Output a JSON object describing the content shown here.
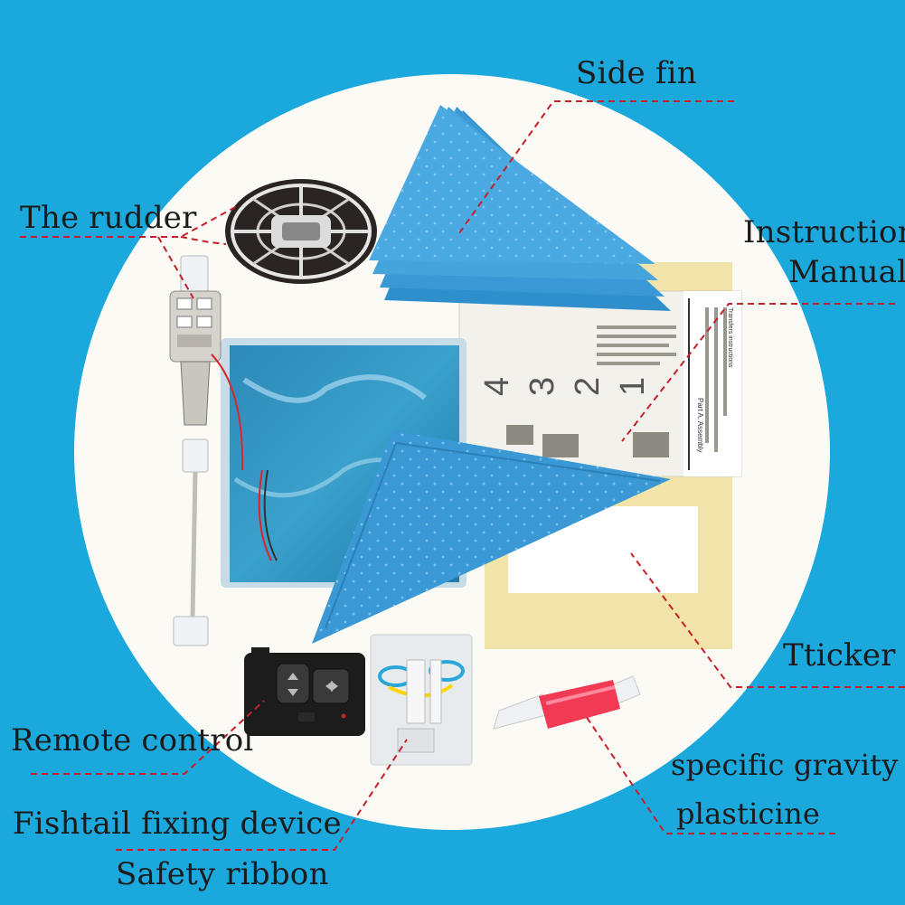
{
  "colors": {
    "background": "#1ba8dc",
    "circle": "#fbfaf5",
    "leader_line": "#c4202a",
    "fin_blue": "#3f9fd8",
    "sticker_yellow": "#f2e3a8",
    "plasticine_red": "#f23a55"
  },
  "labels": {
    "side_fin": "Side fin",
    "rudder": "The rudder",
    "instruction_line1": "Instruction",
    "instruction_line2": "Manual",
    "sticker": "Tticker",
    "remote_control": "Remote control",
    "specific_gravity": "specific gravity",
    "plasticine": "plasticine",
    "fishtail_fixing": "Fishtail fixing device",
    "safety_ribbon": "Safety ribbon"
  },
  "manual": {
    "numbers": [
      "1",
      "2",
      "3",
      "4"
    ],
    "heading": "Part A. Assembly",
    "side_title": "Transfers instructions"
  },
  "icons": {
    "rudder": "rudder-propeller-icon",
    "remote": "remote-control-icon",
    "fishtail": "fishtail-rod-icon"
  }
}
